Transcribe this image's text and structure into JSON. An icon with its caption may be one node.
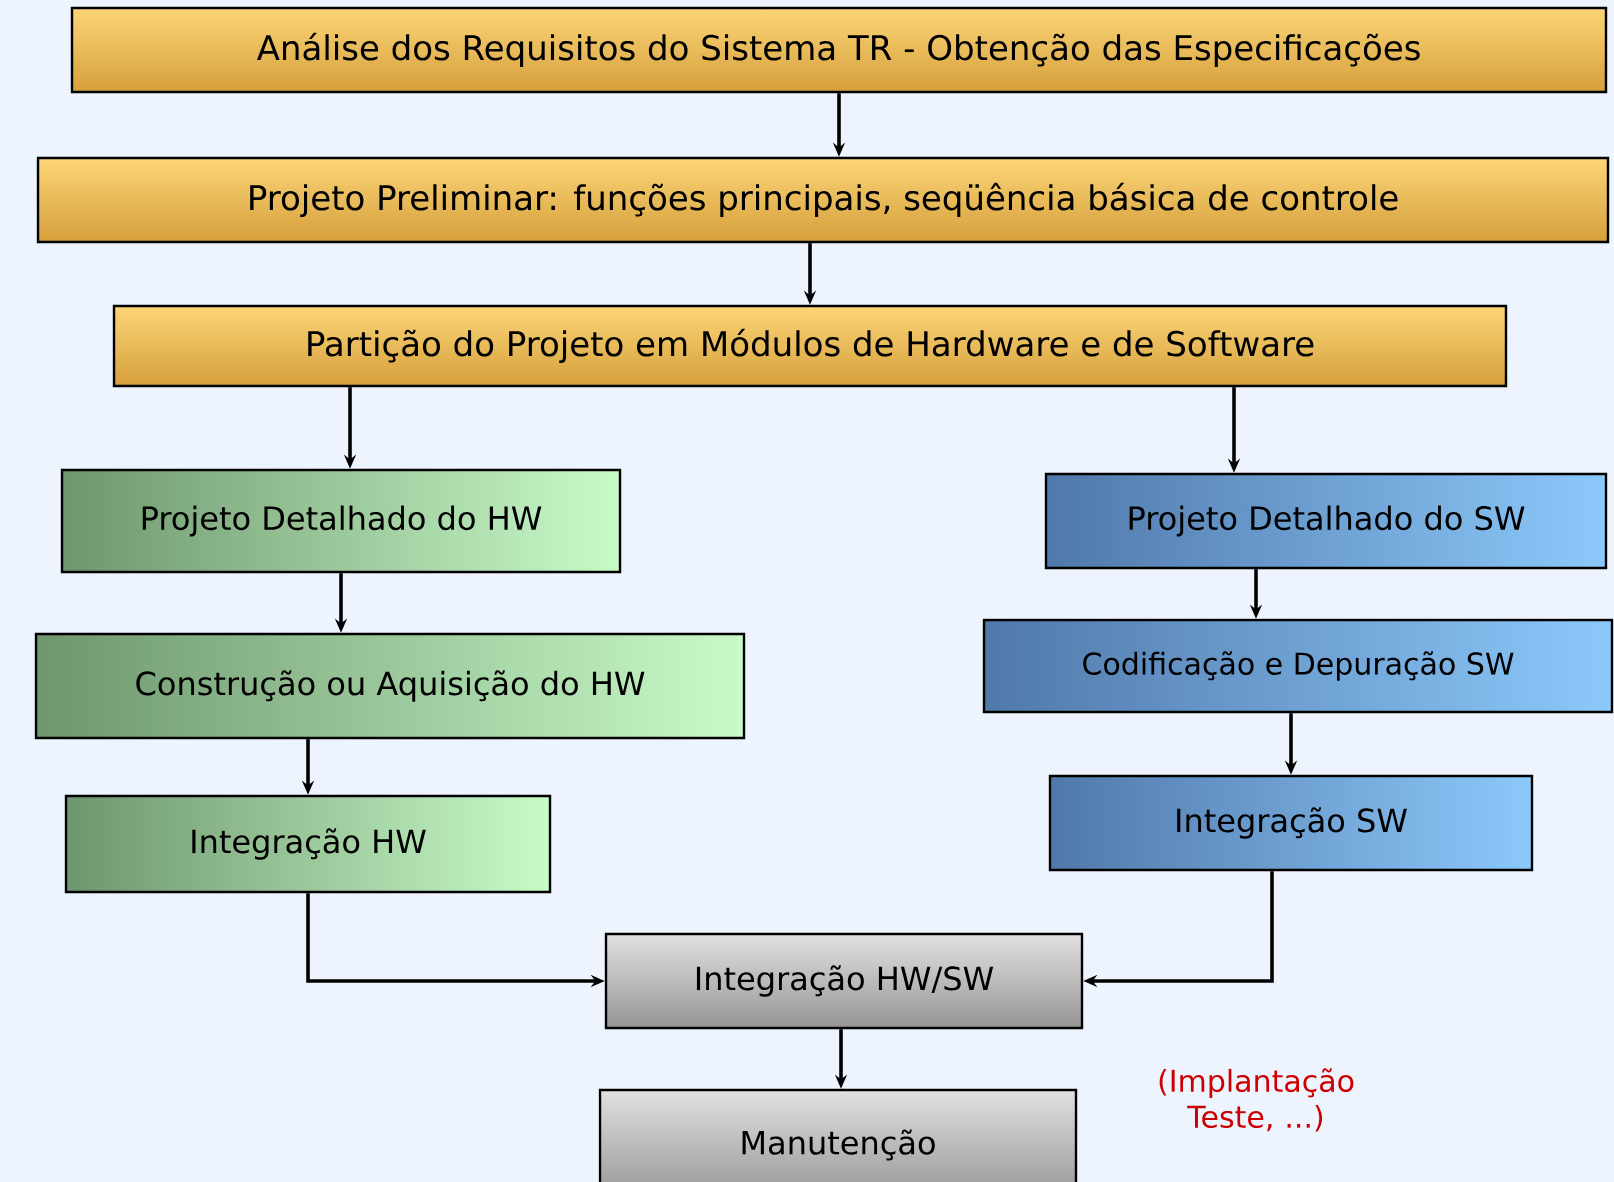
{
  "diagram": {
    "nodes": [
      {
        "text": [
          "Análise dos Requisitos do Sistema TR - Obtenção das Especificações"
        ]
      },
      {
        "text": [
          "Projeto Preliminar: funções principais,  seqüência básica de controle"
        ]
      },
      {
        "text": [
          "Partição do Projeto em Módulos de Hardware e de Software"
        ]
      },
      {
        "text": [
          "Projeto Detalhado do HW"
        ]
      },
      {
        "text": [
          "Construção ou Aquisição do HW"
        ]
      },
      {
        "text": [
          "Integração HW"
        ]
      },
      {
        "text": [
          "Projeto Detalhado do SW"
        ]
      },
      {
        "text": [
          "Codificação e Depuração SW"
        ]
      },
      {
        "text": [
          "Integração SW"
        ]
      },
      {
        "text": [
          "Integração HW/SW"
        ]
      },
      {
        "text": [
          "Manutenção"
        ]
      }
    ],
    "edges": [
      {
        "from": 0,
        "to": 1,
        "arrow": "to"
      },
      {
        "from": 1,
        "to": 2,
        "arrow": "to"
      },
      {
        "from": 2,
        "to": 3,
        "arrow": "to"
      },
      {
        "from": 2,
        "to": 6,
        "arrow": "to"
      },
      {
        "from": 3,
        "to": 4,
        "arrow": "to"
      },
      {
        "from": 4,
        "to": 5,
        "arrow": "to"
      },
      {
        "from": 6,
        "to": 7,
        "arrow": "to"
      },
      {
        "from": 7,
        "to": 8,
        "arrow": "to"
      },
      {
        "from": 5,
        "to": 9,
        "arrow": "to"
      },
      {
        "from": 8,
        "to": 9,
        "arrow": "to"
      },
      {
        "from": 9,
        "to": 10,
        "arrow": "to"
      }
    ],
    "labels": [
      "(Implantação Teste, ...)"
    ]
  }
}
